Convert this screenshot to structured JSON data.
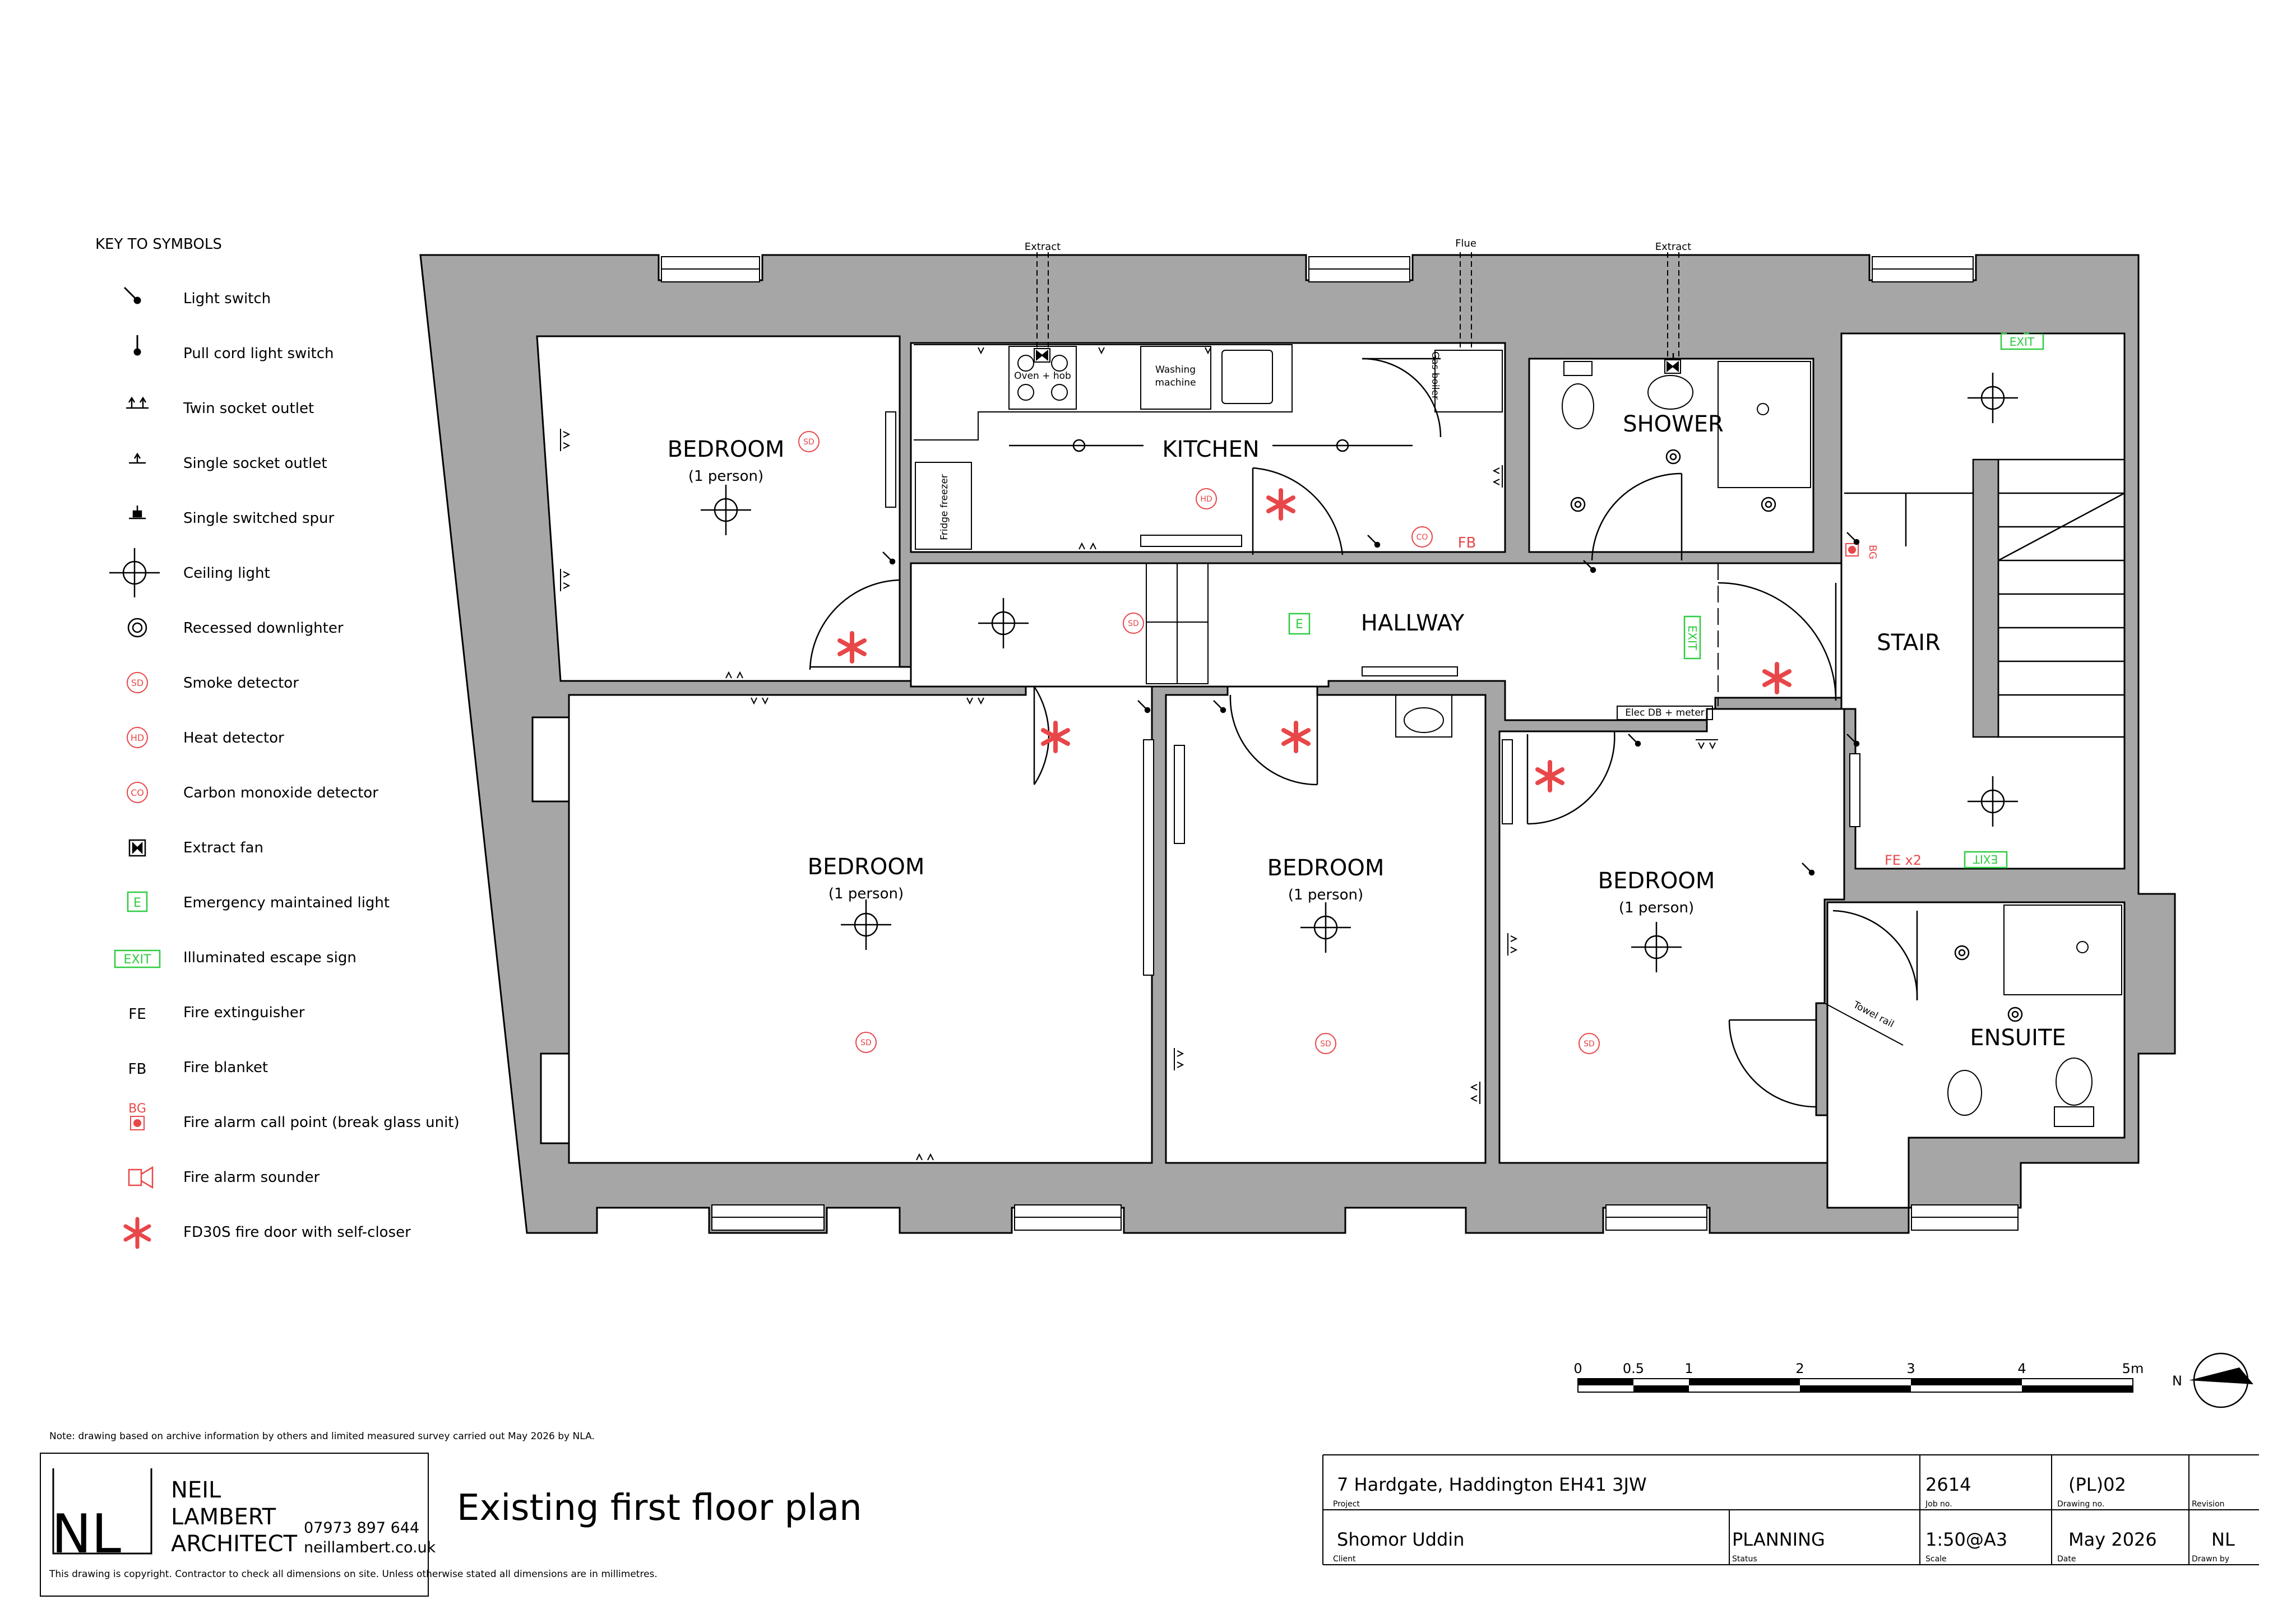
{
  "key": {
    "title": "KEY TO SYMBOLS",
    "items": [
      {
        "icon": "light-switch-icon",
        "label": "Light switch"
      },
      {
        "icon": "pull-cord-icon",
        "label": "Pull cord light switch"
      },
      {
        "icon": "twin-socket-icon",
        "label": "Twin socket outlet"
      },
      {
        "icon": "single-socket-icon",
        "label": "Single socket outlet"
      },
      {
        "icon": "switched-spur-icon",
        "label": "Single switched spur"
      },
      {
        "icon": "ceiling-light-icon",
        "label": "Ceiling light"
      },
      {
        "icon": "downlighter-icon",
        "label": "Recessed downlighter"
      },
      {
        "icon": "smoke-detector-icon",
        "label": "Smoke detector",
        "badge": "SD"
      },
      {
        "icon": "heat-detector-icon",
        "label": "Heat detector",
        "badge": "HD"
      },
      {
        "icon": "co-detector-icon",
        "label": "Carbon monoxide detector",
        "badge": "CO"
      },
      {
        "icon": "extract-fan-icon",
        "label": "Extract fan"
      },
      {
        "icon": "emergency-light-icon",
        "label": "Emergency maintained light",
        "badge": "E"
      },
      {
        "icon": "exit-sign-icon",
        "label": "Illuminated escape sign",
        "badge": "EXIT"
      },
      {
        "icon": "fire-extinguisher-icon",
        "label": "Fire extinguisher",
        "badge": "FE"
      },
      {
        "icon": "fire-blanket-icon",
        "label": "Fire blanket",
        "badge": "FB"
      },
      {
        "icon": "call-point-icon",
        "label": "Fire alarm call point (break glass unit)",
        "badge": "BG"
      },
      {
        "icon": "sounder-icon",
        "label": "Fire alarm sounder"
      },
      {
        "icon": "fire-door-icon",
        "label": "FD30S fire door with self-closer"
      }
    ]
  },
  "rooms": {
    "bedroom1": {
      "name": "BEDROOM",
      "sub": "(1 person)"
    },
    "kitchen": {
      "name": "KITCHEN"
    },
    "shower": {
      "name": "SHOWER"
    },
    "hallway": {
      "name": "HALLWAY"
    },
    "stair": {
      "name": "STAIR"
    },
    "bedroom2": {
      "name": "BEDROOM",
      "sub": "(1 person)"
    },
    "bedroom3": {
      "name": "BEDROOM",
      "sub": "(1 person)"
    },
    "bedroom4": {
      "name": "BEDROOM",
      "sub": "(1 person)"
    },
    "ensuite": {
      "name": "ENSUITE"
    }
  },
  "annotations": {
    "extract1": "Extract",
    "flue": "Flue",
    "extract2": "Extract",
    "oven": "Oven + hob",
    "washing": "Washing",
    "machine": "machine",
    "fridge": "Fridge freezer",
    "gas_boiler": "Gas boiler",
    "elec": "Elec DB + meter",
    "towel_rail": "Towel rail",
    "fe_x2": "FE x2",
    "fb": "FB",
    "bg": "BG",
    "exit": "EXIT",
    "sd": "SD",
    "hd": "HD",
    "co": "CO",
    "e": "E"
  },
  "scale_bar": {
    "labels": [
      "0",
      "0.5",
      "1",
      "2",
      "3",
      "4",
      "5m"
    ]
  },
  "north": "N",
  "note": "Note: drawing based on archive information by others and limited measured survey carried out May 2026 by NLA.",
  "copyright": "This drawing is copyright. Contractor to check all dimensions on site. Unless otherwise stated all dimensions are in millimetres.",
  "logo": {
    "mark": "NL",
    "line1": "NEIL",
    "line2": "LAMBERT",
    "line3": "ARCHITECT",
    "phone": "07973 897 644",
    "web": "neillambert.co.uk"
  },
  "drawing_title": "Existing first floor plan",
  "title_block": {
    "project": "7 Hardgate, Haddington EH41 3JW",
    "project_label": "Project",
    "job_no": "2614",
    "job_label": "Job no.",
    "drawing_no": "(PL)02",
    "drawing_label": "Drawing no.",
    "revision_label": "Revision",
    "client": "Shomor Uddin",
    "client_label": "Client",
    "status": "PLANNING",
    "status_label": "Status",
    "scale": "1:50@A3",
    "scale_label": "Scale",
    "date": "May 2026",
    "date_label": "Date",
    "drawn_by": "NL",
    "drawn_label": "Drawn by"
  },
  "colors": {
    "wall": "#a6a6a6",
    "fire": "#e8474a",
    "exit": "#2ecc40",
    "line": "#000000"
  }
}
